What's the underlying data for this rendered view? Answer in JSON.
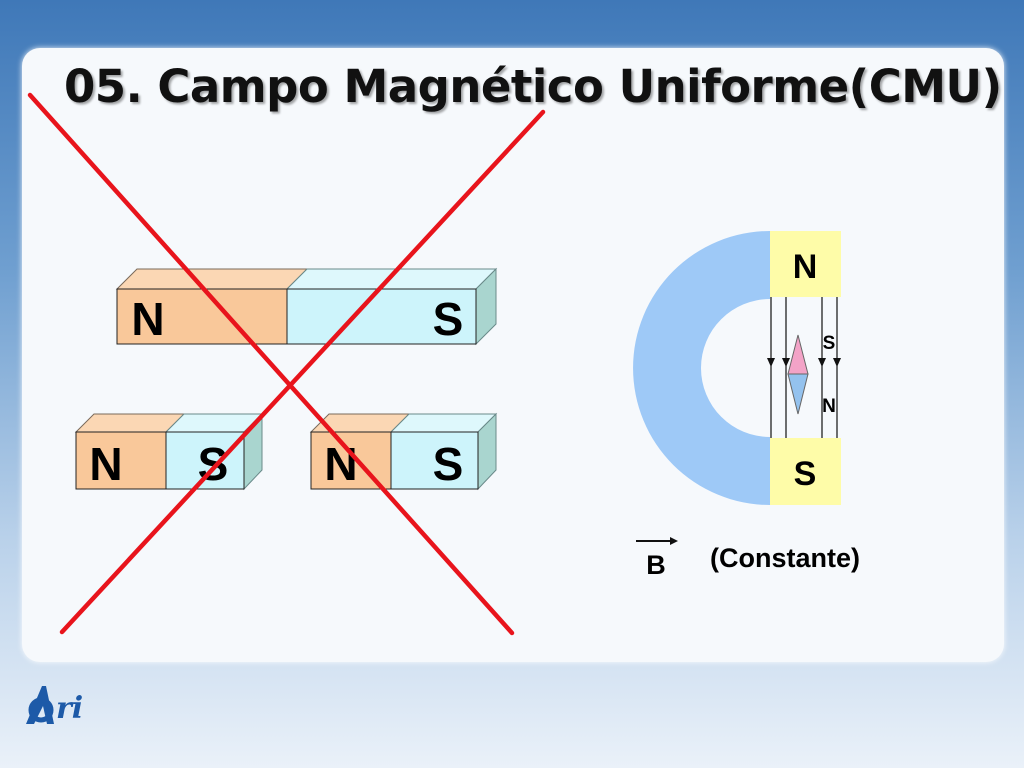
{
  "slide": {
    "title": "05. Campo Magnético Uniforme(CMU)"
  },
  "bar_magnets": {
    "long_magnet": {
      "north_label": "N",
      "south_label": "S"
    },
    "small_magnet_left": {
      "north_label": "N",
      "south_label": "S"
    },
    "small_magnet_right": {
      "north_label": "N",
      "south_label": "S"
    }
  },
  "horseshoe_magnet": {
    "north_label": "N",
    "south_label": "S",
    "compass_south_label": "S",
    "compass_north_label": "N"
  },
  "field": {
    "symbol": "B",
    "note": "(Constante)"
  },
  "logo": {
    "text": "Ari"
  },
  "colors": {
    "north_pole": "#f9c89a",
    "south_pole": "#cdf4fb",
    "horseshoe": "#9ec9f7",
    "pole_yellow": "#fefca8",
    "cross": "#e8141c"
  }
}
